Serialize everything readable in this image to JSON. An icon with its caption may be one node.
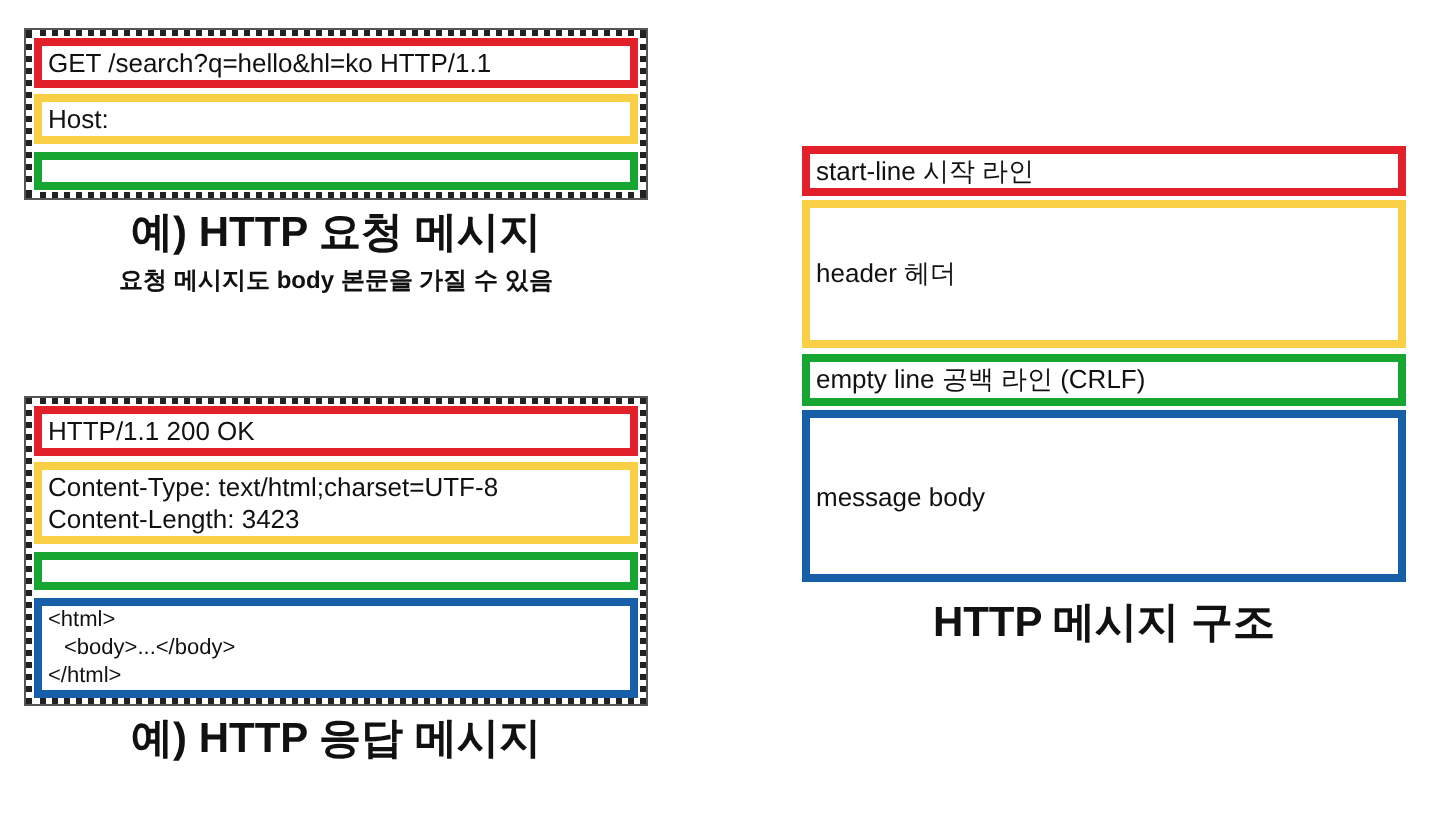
{
  "diagram": {
    "nodes": [
      {
        "text": [
          "예) HTTP 요청 메시지"
        ],
        "beside": [
          "요청 메시지도 body 본문을 가질 수 있음"
        ]
      },
      {
        "text": [
          "GET /search?q=hello&hl=ko HTTP/1.1"
        ],
        "in": 0
      },
      {
        "text": [
          "Host:"
        ],
        "in": 0
      },
      {
        "text": [],
        "shape": "box",
        "in": 0
      },
      {
        "text": [
          "예) HTTP 응답 메시지"
        ]
      },
      {
        "text": [
          "HTTP/1.1 200 OK"
        ],
        "in": 4
      },
      {
        "text": [
          "Content-Type: text/html;charset=UTF-8",
          "Content-Length: 3423"
        ],
        "in": 4
      },
      {
        "text": [],
        "shape": "box",
        "in": 4
      },
      {
        "text": [
          "<html>",
          "<body>...</body>",
          "</html>"
        ],
        "in": 4
      },
      {
        "text": [
          "start-line 시작 라인"
        ]
      },
      {
        "text": [
          "header 헤더"
        ]
      },
      {
        "text": [
          "empty line 공백 라인 (CRLF)"
        ]
      },
      {
        "text": [
          "message body"
        ]
      }
    ],
    "labels": [
      "HTTP 메시지 구조"
    ]
  }
}
